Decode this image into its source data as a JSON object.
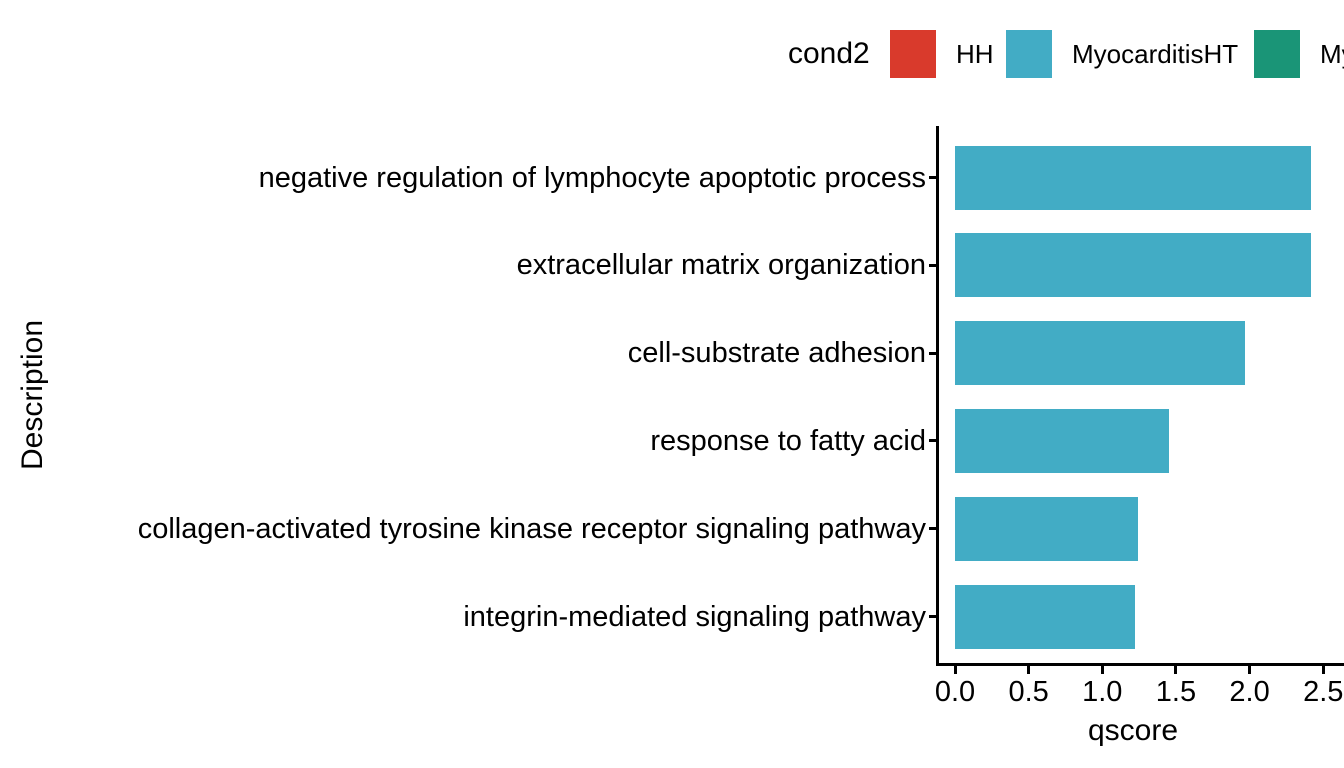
{
  "figure": {
    "background": "#ffffff"
  },
  "legend": {
    "title": "cond2",
    "items": [
      {
        "label": "HH",
        "color": "#d93a2c"
      },
      {
        "label": "MyocarditisHT",
        "color": "#42acc5"
      },
      {
        "label": "My",
        "color": "#1a9577"
      }
    ]
  },
  "chart_data": {
    "type": "bar",
    "orientation": "horizontal",
    "title": "",
    "xlabel": "qscore",
    "ylabel": "Description",
    "categories": [
      "negative regulation of lymphocyte apoptotic process",
      "extracellular matrix organization",
      "cell-substrate adhesion",
      "response to fatty acid",
      "collagen-activated tyrosine kinase receptor signaling pathway",
      "integrin-mediated signaling pathway"
    ],
    "values": [
      2.42,
      2.42,
      1.97,
      1.45,
      1.24,
      1.22
    ],
    "bar_color": "#42acc5",
    "bar_group": "MyocarditisHT",
    "xlim": [
      0,
      2.5
    ],
    "xticks": [
      0.0,
      0.5,
      1.0,
      1.5,
      2.0,
      2.5
    ],
    "xtick_labels": [
      "0.0",
      "0.5",
      "1.0",
      "1.5",
      "2.0",
      "2.5"
    ],
    "grid": false,
    "legend_position": "top",
    "axis_color": "#000000",
    "text_color": "#000000"
  }
}
